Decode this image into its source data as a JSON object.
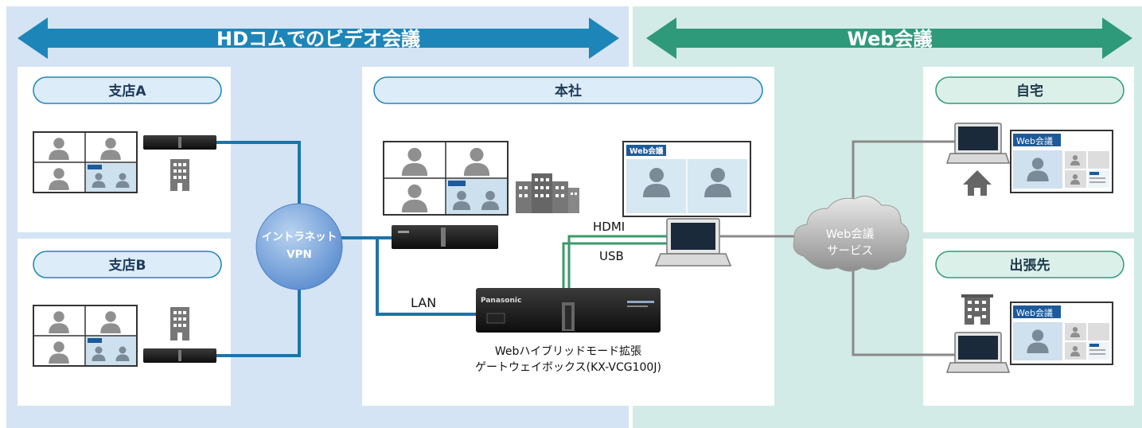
{
  "banner": {
    "left_title": "HDコムでのビデオ会議",
    "right_title": "Web会議"
  },
  "sites": {
    "branch_a": "支店A",
    "branch_b": "支店B",
    "head_office": "本社",
    "home": "自宅",
    "business_trip": "出張先"
  },
  "network": {
    "intranet_line1": "イントラネット",
    "intranet_line2": "VPN",
    "web_service_line1": "Web会議",
    "web_service_line2": "サービス"
  },
  "links": {
    "lan": "LAN",
    "hdmi": "HDMI",
    "usb": "USB"
  },
  "gateway": {
    "caption_line1": "Webハイブリッドモード拡張",
    "caption_line2": "ゲートウェイボックス(KX-VCG100J)",
    "brand": "Panasonic"
  },
  "screen_tags": {
    "web_meeting": "Web会議"
  },
  "colors": {
    "left_panel": "#d4e4f4",
    "right_panel": "#d3ebe6",
    "blue_arrow": "#1d85b8",
    "green_arrow": "#2f9a7a",
    "lan_line": "#1d74a8",
    "web_line": "#8a8a8a",
    "hdmi_line": "#3a9a6a"
  }
}
